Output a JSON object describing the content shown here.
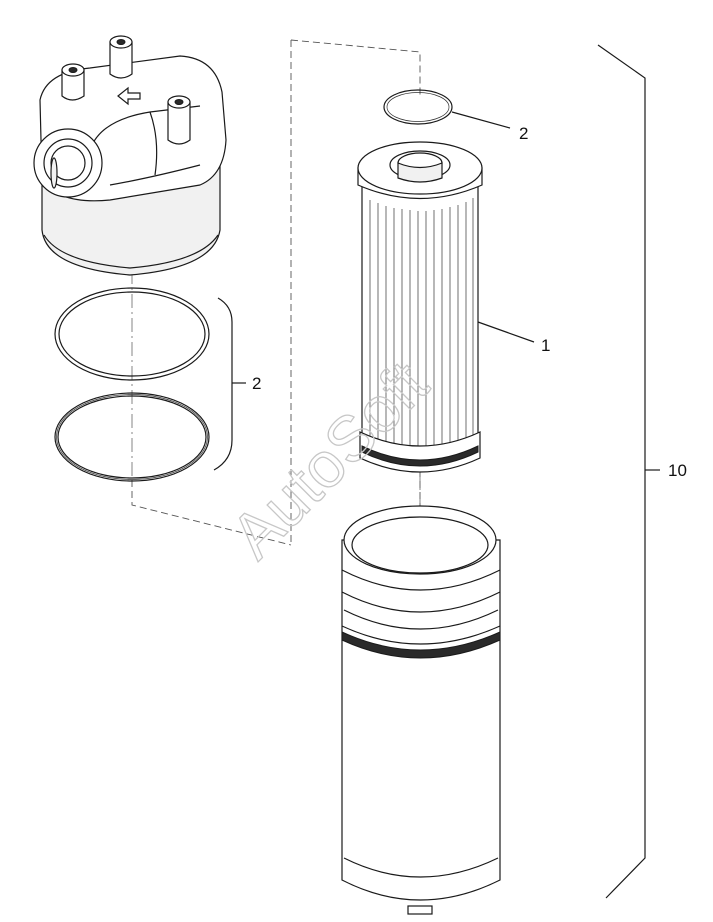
{
  "callouts": {
    "element_seal_label": "2",
    "filter_element_label": "1",
    "head_seals_label": "2",
    "assembly_label": "10"
  },
  "watermark": {
    "text": "AutoSoft"
  }
}
